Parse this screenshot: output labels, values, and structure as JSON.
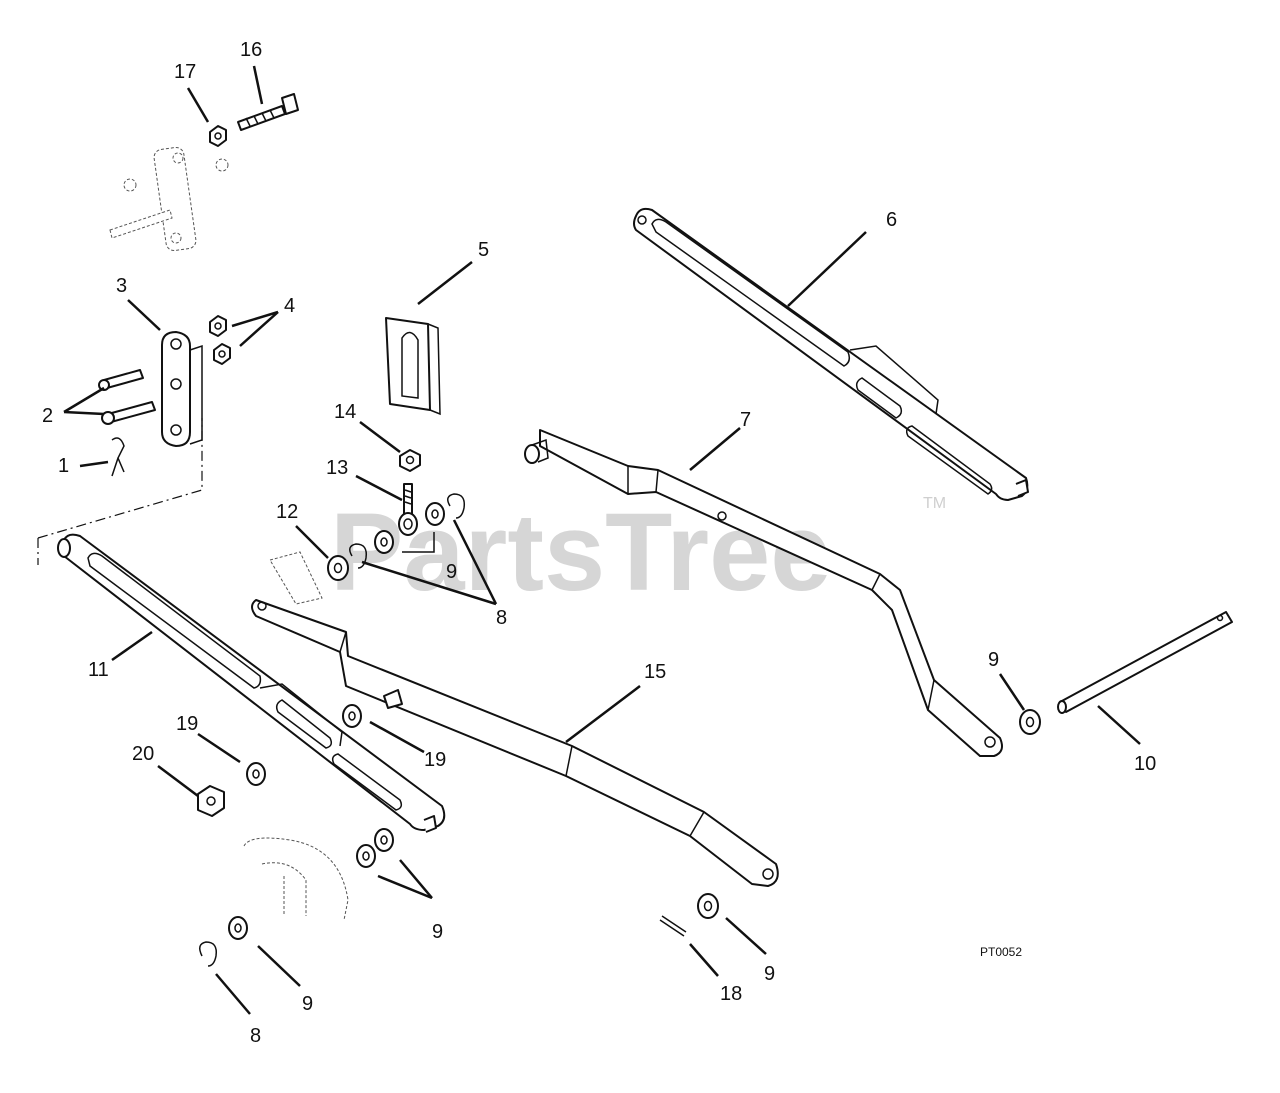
{
  "watermark": {
    "brand": "PartsTree",
    "trademark": "TM"
  },
  "drawing_code": "PT0052",
  "callouts": [
    {
      "id": "c1",
      "text": "1"
    },
    {
      "id": "c2",
      "text": "2"
    },
    {
      "id": "c3",
      "text": "3"
    },
    {
      "id": "c4",
      "text": "4"
    },
    {
      "id": "c5",
      "text": "5"
    },
    {
      "id": "c6",
      "text": "6"
    },
    {
      "id": "c7",
      "text": "7"
    },
    {
      "id": "c8a",
      "text": "8"
    },
    {
      "id": "c8b",
      "text": "8"
    },
    {
      "id": "c9a",
      "text": "9"
    },
    {
      "id": "c9b",
      "text": "9"
    },
    {
      "id": "c9c",
      "text": "9"
    },
    {
      "id": "c9d",
      "text": "9"
    },
    {
      "id": "c9e",
      "text": "9"
    },
    {
      "id": "c10",
      "text": "10"
    },
    {
      "id": "c11",
      "text": "11"
    },
    {
      "id": "c12",
      "text": "12"
    },
    {
      "id": "c13",
      "text": "13"
    },
    {
      "id": "c14",
      "text": "14"
    },
    {
      "id": "c15",
      "text": "15"
    },
    {
      "id": "c16",
      "text": "16"
    },
    {
      "id": "c17",
      "text": "17"
    },
    {
      "id": "c18",
      "text": "18"
    },
    {
      "id": "c19a",
      "text": "19"
    },
    {
      "id": "c19b",
      "text": "19"
    },
    {
      "id": "c20",
      "text": "20"
    }
  ]
}
